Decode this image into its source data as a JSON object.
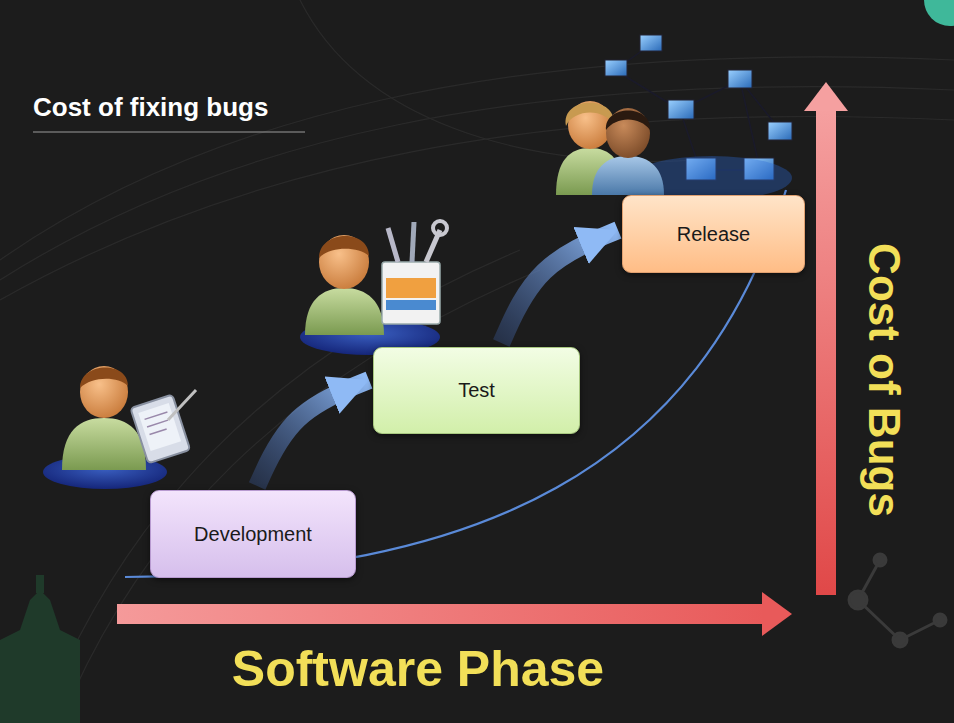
{
  "diagram": {
    "title": "Cost of fixing bugs",
    "nodes": [
      {
        "text": [
          "Development"
        ]
      },
      {
        "text": [
          "Test"
        ]
      },
      {
        "text": [
          "Release"
        ]
      }
    ],
    "edges": [
      {
        "from": 0,
        "to": 1,
        "arrow": "to"
      },
      {
        "from": 1,
        "to": 2,
        "arrow": "to"
      }
    ],
    "labels": [
      "Software Phase",
      "Cost of Bugs"
    ]
  }
}
